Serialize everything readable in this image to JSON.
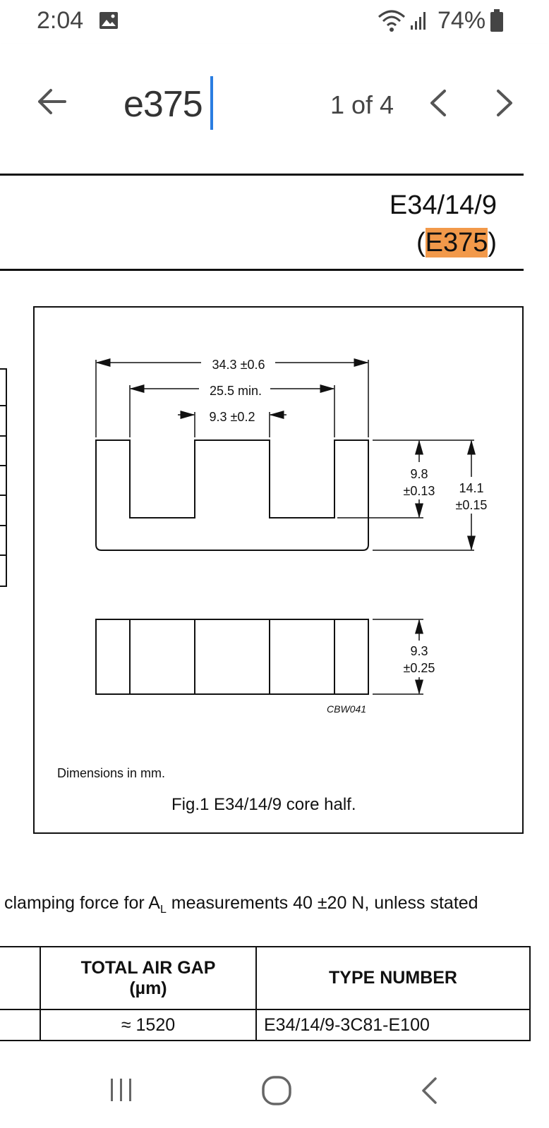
{
  "status_bar": {
    "time": "2:04",
    "battery": "74%",
    "icons": [
      "image-icon",
      "wifi-icon",
      "signal-icon",
      "battery-icon"
    ]
  },
  "find_bar": {
    "query": "e375",
    "match_count": "1 of 4",
    "icons": [
      "back-arrow-icon",
      "chevron-left-icon",
      "chevron-right-icon"
    ]
  },
  "document": {
    "title": "E34/14/9",
    "subtitle_open": "(",
    "subtitle_match": "E375",
    "subtitle_close": ")",
    "figure": {
      "dim_overall_width": "34.3 ±0.6",
      "dim_inner_width": "25.5 min.",
      "dim_center_leg": "9.3 ±0.2",
      "dim_window_depth_1": "9.8",
      "dim_window_depth_2": "±0.13",
      "dim_height_1": "14.1",
      "dim_height_2": "±0.15",
      "dim_thickness_1": "9.3",
      "dim_thickness_2": "±0.25",
      "code": "CBW041",
      "note": "Dimensions in mm.",
      "caption": "Fig.1  E34/14/9 core half."
    },
    "clamping_prefix": "clamping force for A",
    "clamping_sub": "L",
    "clamping_suffix": " measurements 40 ±20 N, unless stated",
    "table": {
      "headers": {
        "total_air_gap_line1": "TOTAL AIR GAP",
        "total_air_gap_line2": "(µm)",
        "type_number": "TYPE NUMBER"
      },
      "rows": [
        {
          "air_gap": "≈ 1520",
          "type_number": "E34/14/9-3C81-E100"
        }
      ]
    }
  },
  "nav_bar": {
    "icons": [
      "recents-icon",
      "home-icon",
      "back-icon"
    ]
  }
}
